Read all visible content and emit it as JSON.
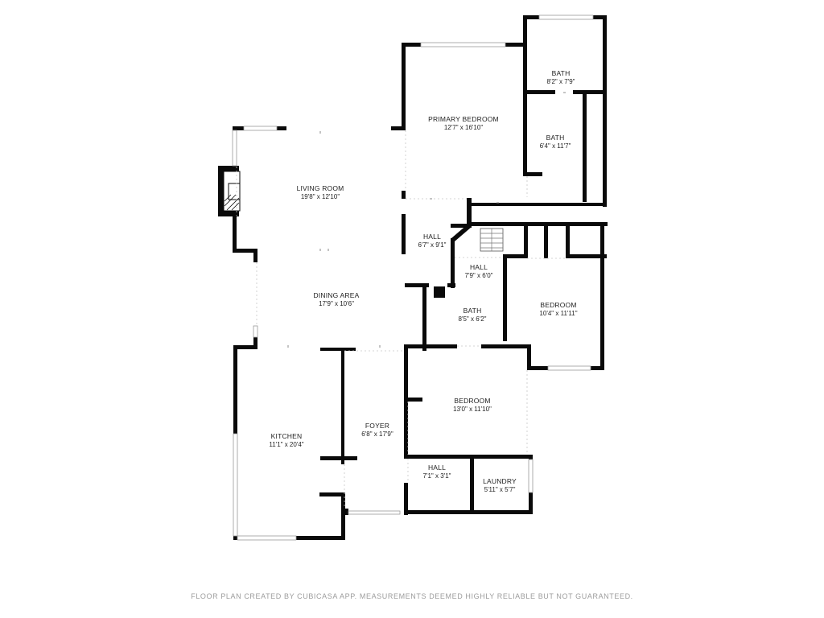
{
  "rooms": {
    "living_room": {
      "name": "LIVING ROOM",
      "dims": "19'8\" x 12'10\""
    },
    "dining_area": {
      "name": "DINING AREA",
      "dims": "17'9\" x 10'6\""
    },
    "kitchen": {
      "name": "KITCHEN",
      "dims": "11'1\" x 20'4\""
    },
    "foyer": {
      "name": "FOYER",
      "dims": "6'8\" x 17'9\""
    },
    "primary_bedroom": {
      "name": "PRIMARY BEDROOM",
      "dims": "12'7\" x 16'10\""
    },
    "bath_top": {
      "name": "BATH",
      "dims": "8'2\" x 7'9\""
    },
    "bath_ensuite": {
      "name": "BATH",
      "dims": "6'4\" x 11'7\""
    },
    "hall_left": {
      "name": "HALL",
      "dims": "6'7\" x 9'1\""
    },
    "hall_center": {
      "name": "HALL",
      "dims": "7'9\" x 6'0\""
    },
    "bath_hall": {
      "name": "BATH",
      "dims": "8'5\" x 6'2\""
    },
    "bedroom_right": {
      "name": "BEDROOM",
      "dims": "10'4\" x 11'11\""
    },
    "bedroom_lower": {
      "name": "BEDROOM",
      "dims": "13'0\" x 11'10\""
    },
    "hall_bottom": {
      "name": "HALL",
      "dims": "7'1\" x 3'1\""
    },
    "laundry": {
      "name": "LAUNDRY",
      "dims": "5'11\" x 5'7\""
    }
  },
  "footer": "FLOOR PLAN CREATED BY CUBICASA APP. MEASUREMENTS DEEMED HIGHLY RELIABLE BUT NOT GUARANTEED."
}
